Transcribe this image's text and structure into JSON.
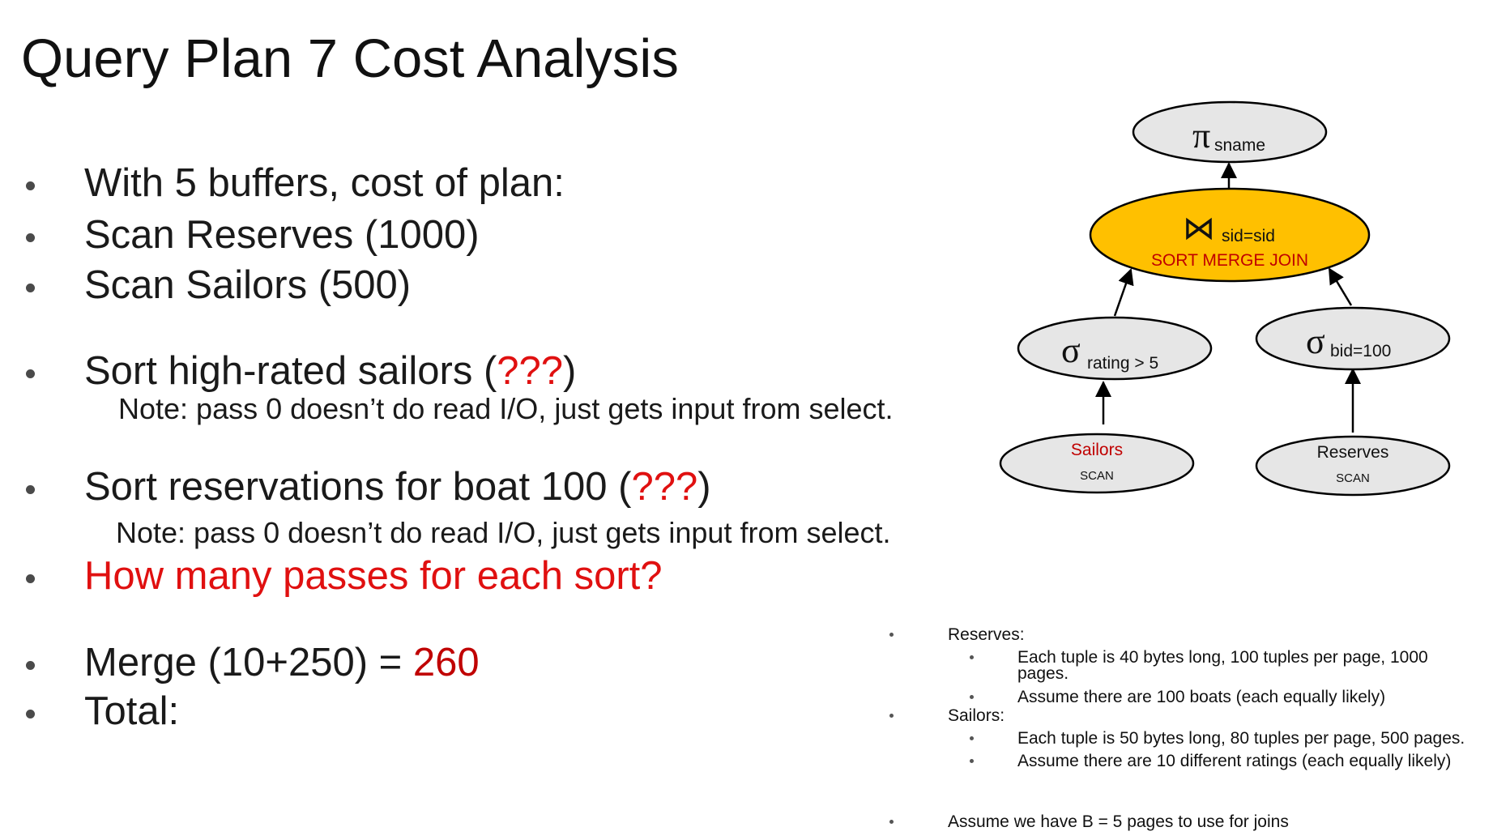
{
  "title": "Query Plan 7 Cost Analysis",
  "bullets": [
    {
      "text": "With 5 buffers, cost of plan:"
    },
    {
      "text": "Scan Reserves (1000)"
    },
    {
      "text": "Scan Sailors (500)"
    },
    {
      "prefix": "Sort high-rated sailors (",
      "highlight": "???",
      "suffix": ")",
      "note": "Note: pass 0 doesn’t do read I/O, just gets input from select."
    },
    {
      "prefix": "Sort reservations for boat 100 (",
      "highlight": "???",
      "suffix": ")",
      "note": "Note: pass 0 doesn’t do read I/O, just gets input from select."
    },
    {
      "text": "How many passes for each sort?"
    },
    {
      "prefix": "Merge (10+250) = ",
      "highlight": "260"
    },
    {
      "text": "Total:"
    }
  ],
  "tree": {
    "projection": {
      "symbol": "π",
      "sub": "sname"
    },
    "join": {
      "symbol": "⋈",
      "sub": "sid=sid",
      "label": "SORT MERGE JOIN",
      "fill": "#ffc000"
    },
    "select_left": {
      "symbol": "σ",
      "sub": "rating > 5"
    },
    "select_right": {
      "symbol": "σ",
      "sub": "bid=100"
    },
    "scan_left": {
      "name": "Sailors",
      "op": "SCAN"
    },
    "scan_right": {
      "name": "Reserves",
      "op": "SCAN"
    }
  },
  "info": {
    "reserves_label": "Reserves:",
    "reserves_items": [
      "Each tuple is 40 bytes long,  100 tuples per page, 1000",
      "pages.",
      "Assume there are 100 boats (each equally likely)"
    ],
    "sailors_label": "Sailors:",
    "sailors_items": [
      "Each tuple is 50 bytes long,  80 tuples per page, 500 pages.",
      "Assume there are 10 different ratings (each equally likely)"
    ],
    "buffers_note": "Assume we have B = 5 pages to use for joins"
  },
  "colors": {
    "accent_red": "#e01010",
    "dark_red": "#c00000",
    "node_gray": "#e6e6e6",
    "join_fill": "#ffc000"
  }
}
